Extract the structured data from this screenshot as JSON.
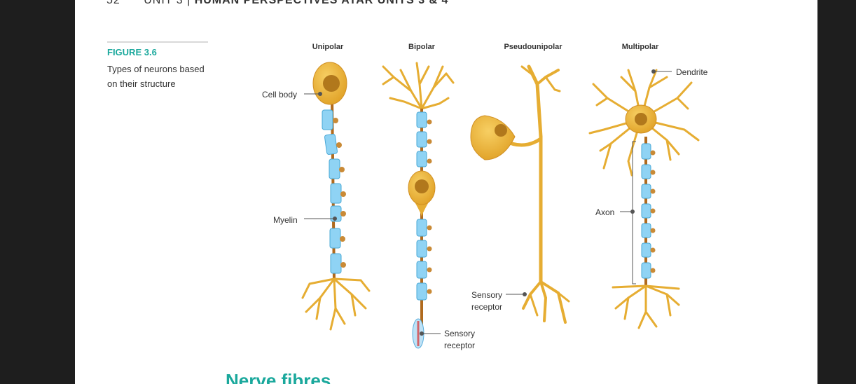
{
  "header": {
    "page_number": "52",
    "unit": "UNIT 3 |",
    "book_title": "HUMAN PERSPECTIVES ATAR UNITS 3 & 4"
  },
  "figure": {
    "label": "FIGURE 3.6",
    "caption": "Types of neurons based on their structure",
    "neuron_types": {
      "unipolar": "Unipolar",
      "bipolar": "Bipolar",
      "pseudounipolar": "Pseudounipolar",
      "multipolar": "Multipolar"
    },
    "labels": {
      "cell_body": "Cell body",
      "myelin": "Myelin",
      "dendrite": "Dendrite",
      "axon": "Axon",
      "sensory_receptor_1a": "Sensory",
      "sensory_receptor_1b": "receptor",
      "sensory_receptor_2a": "Sensory",
      "sensory_receptor_2b": "receptor"
    },
    "colors": {
      "cell": "#e9ad2f",
      "nucleus": "#b1781c",
      "myelin": "#8fd3f4",
      "node": "#c98a36",
      "accent": "#1aa89c"
    }
  },
  "section": {
    "heading": "Nerve fibres"
  }
}
